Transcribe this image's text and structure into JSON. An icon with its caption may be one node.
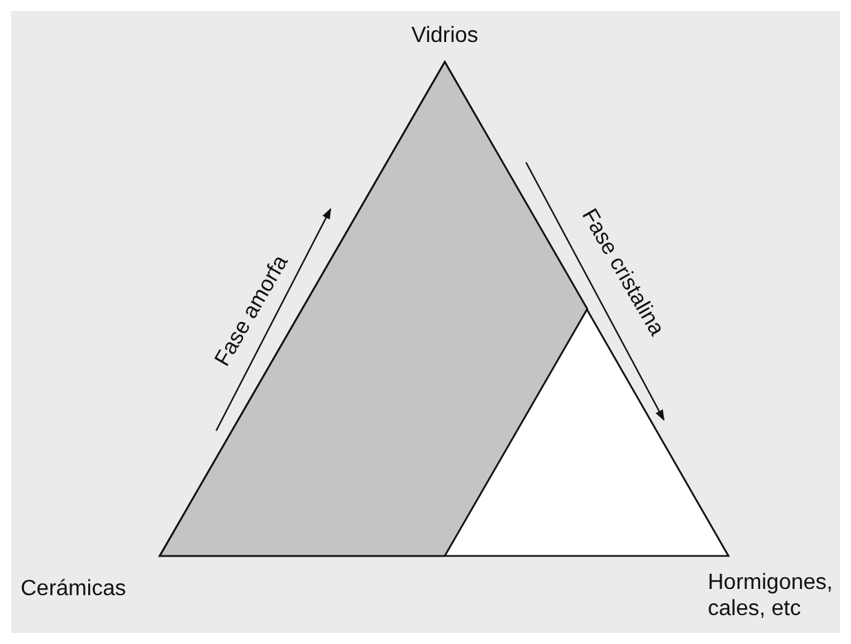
{
  "diagram": {
    "labels": [
      "Vidrios",
      "Fase amorfa",
      "Fase cristalina",
      "Cerámicas",
      "Hormigones, cales, etc"
    ]
  }
}
